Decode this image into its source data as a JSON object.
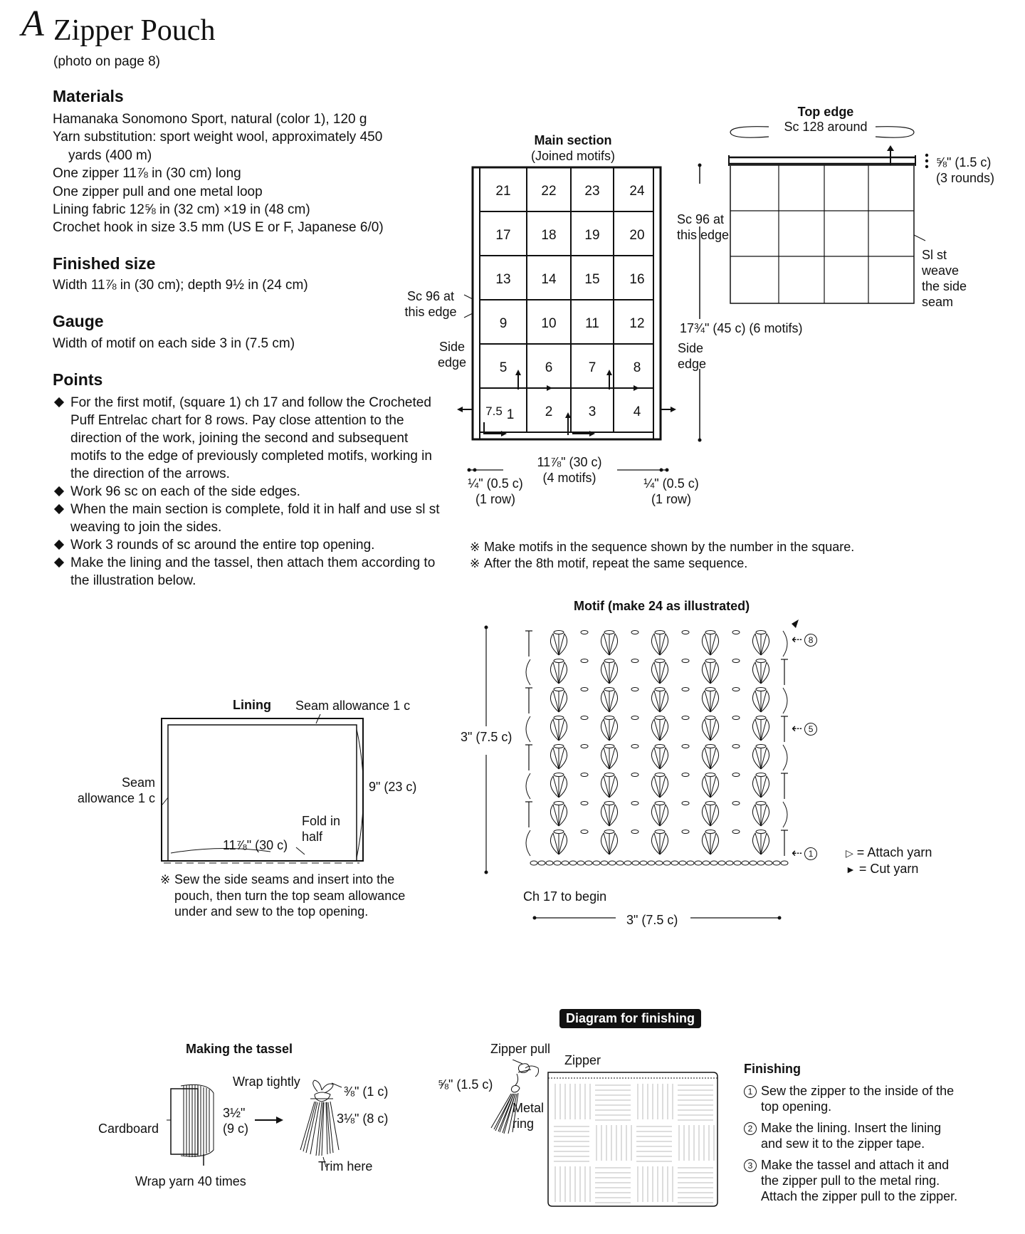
{
  "header": {
    "letter": "A",
    "title": "Zipper Pouch",
    "photo_ref": "(photo on page 8)"
  },
  "materials": {
    "heading": "Materials",
    "lines": [
      "Hamanaka Sonomono Sport, natural (color 1), 120 g",
      "Yarn substitution: sport weight wool, approximately 450",
      "yards (400 m)",
      "One zipper 11⅞ in (30 cm) long",
      "One zipper pull and one metal loop",
      "Lining fabric 12⅝ in (32 cm) ×19 in (48 cm)",
      "Crochet hook in size 3.5 mm (US E or F, Japanese 6/0)"
    ]
  },
  "finished_size": {
    "heading": "Finished size",
    "text": "Width 11⅞ in (30 cm); depth 9½ in (24 cm)"
  },
  "gauge": {
    "heading": "Gauge",
    "text": "Width of motif on each side 3 in (7.5 cm)"
  },
  "points": {
    "heading": "Points",
    "items": [
      "For the first motif, (square 1) ch 17 and follow the Crocheted Puff Entrelac chart for 8 rows. Pay close attention to the direction of the work, joining the second and subsequent motifs to the edge of previously completed motifs, working in the direction of the arrows.",
      "Work 96 sc on each of the side edges.",
      "When the main section is complete, fold it in half and use sl st weaving to join the sides.",
      "Work 3 rounds of sc around the entire top opening.",
      "Make the lining and the tassel, then attach them according to the illustration below."
    ]
  },
  "main_section": {
    "title": "Main section",
    "subtitle": "(Joined motifs)",
    "rows": [
      [
        "21",
        "22",
        "23",
        "24"
      ],
      [
        "17",
        "18",
        "19",
        "20"
      ],
      [
        "13",
        "14",
        "15",
        "16"
      ],
      [
        "9",
        "10",
        "11",
        "12"
      ],
      [
        "5",
        "6",
        "7",
        "8"
      ],
      [
        "1",
        "2",
        "3",
        "4"
      ]
    ],
    "cell_note": "7.5",
    "left_sc_label": [
      "Sc 96 at",
      "this edge"
    ],
    "right_sc_label": [
      "Sc 96 at",
      "this edge"
    ],
    "left_side_label": [
      "Side",
      "edge"
    ],
    "right_side_label": [
      "Side",
      "edge"
    ],
    "height_label": "17¾\" (45 c) (6 motifs)",
    "width_label": [
      "11⅞\" (30 c)",
      "(4 motifs)"
    ],
    "left_row_label": [
      "¼\" (0.5 c)",
      "(1 row)"
    ],
    "right_row_label": [
      "¼\" (0.5 c)",
      "(1 row)"
    ]
  },
  "top_edge": {
    "title": "Top edge",
    "subtitle": "Sc 128 around",
    "rounds_label": [
      "⅝\" (1.5 c)",
      "(3 rounds)"
    ],
    "seam_label": [
      "Sl st",
      "weave",
      "the side",
      "seam"
    ]
  },
  "sequence_notes": [
    "Make motifs in the sequence shown by the number in the square.",
    "After the 8th motif, repeat the same sequence."
  ],
  "note_mark": "※",
  "motif": {
    "title": "Motif (make 24 as illustrated)",
    "height_label": "3\" (7.5 c)",
    "width_label": "3\" (7.5 c)",
    "begin_label": "Ch 17 to begin",
    "row_markers": [
      "8",
      "5",
      "1"
    ],
    "legend": [
      {
        "symbol": "▷",
        "text": "= Attach yarn"
      },
      {
        "symbol": "►",
        "text": "= Cut yarn"
      }
    ]
  },
  "lining": {
    "title": "Lining",
    "seam_top": "Seam allowance 1 c",
    "seam_left": [
      "Seam",
      "allowance 1 c"
    ],
    "height_label": "9\" (23 c)",
    "width_label": "11⅞\" (30 c)",
    "fold_label": [
      "Fold in",
      "half"
    ],
    "note": [
      "Sew the side seams and insert into the",
      "pouch, then turn the top seam allowance",
      "under and sew to the top opening."
    ]
  },
  "tassel": {
    "title": "Making the tassel",
    "wrap_label": "Wrap tightly",
    "cardboard_label": "Cardboard",
    "card_size": [
      "3½\"",
      "(9 c)"
    ],
    "top_size": "⅜\" (1 c)",
    "length_size": "3⅛\" (8 c)",
    "trim_label": "Trim here",
    "wrap_count": "Wrap yarn 40 times"
  },
  "finishing_diagram": {
    "banner": "Diagram for finishing",
    "zipper_pull": "Zipper pull",
    "zipper": "Zipper",
    "pull_size": "⅝\" (1.5 c)",
    "metal_ring": [
      "Metal",
      "ring"
    ]
  },
  "finishing": {
    "heading": "Finishing",
    "steps": [
      {
        "num": "1",
        "lines": [
          "Sew the zipper to the inside of the",
          "top opening."
        ]
      },
      {
        "num": "2",
        "lines": [
          "Make the lining. Insert the lining",
          "and sew it to the zipper tape."
        ]
      },
      {
        "num": "3",
        "lines": [
          "Make the tassel and attach it and",
          "the zipper pull to the metal ring.",
          "Attach the zipper pull to the zipper."
        ]
      }
    ]
  }
}
